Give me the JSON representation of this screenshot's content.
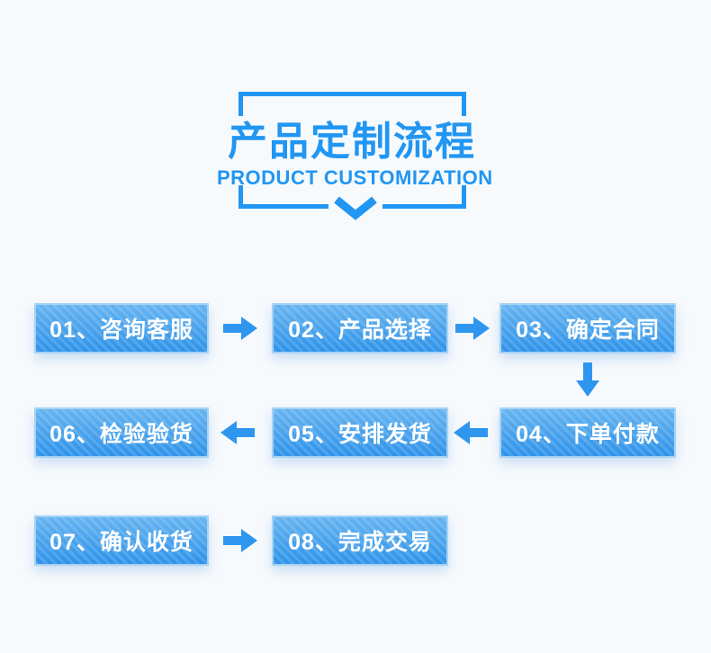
{
  "page": {
    "background": "#f7fafd"
  },
  "theme": {
    "accent_blue": "#2196f3",
    "box_gradient_top": "#66b4f1",
    "box_gradient_bottom": "#2e93ea",
    "box_border": "#a5d3f4",
    "arrow_blue": "#2e96ee",
    "step_text_color": "#ffffff"
  },
  "header": {
    "title": "产品定制流程",
    "subtitle": "PRODUCT CUSTOMIZATION"
  },
  "flow": {
    "steps": [
      {
        "label": "01、咨询客服"
      },
      {
        "label": "02、产品选择"
      },
      {
        "label": "03、确定合同"
      },
      {
        "label": "04、下单付款"
      },
      {
        "label": "05、安排发货"
      },
      {
        "label": "06、检验验货"
      },
      {
        "label": "07、确认收货"
      },
      {
        "label": "08、完成交易"
      }
    ]
  }
}
